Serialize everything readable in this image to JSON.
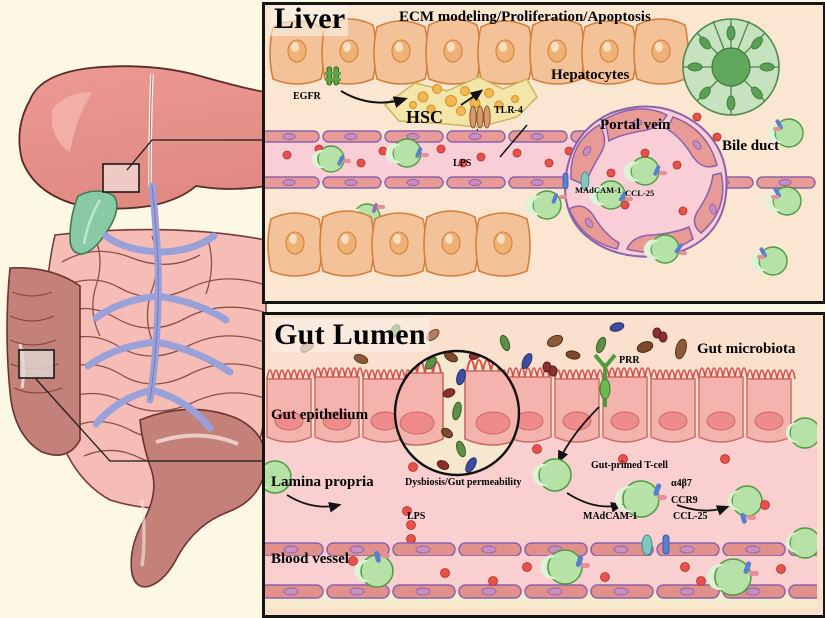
{
  "figure": {
    "title": "Gut-liver axis schematic",
    "background_color": "#fdf8e4"
  },
  "anatomy": {
    "name": "Human abdominal anatomy illustration",
    "organs": [
      "liver",
      "gallbladder",
      "portal vein",
      "small intestine",
      "colon",
      "sigmoid colon"
    ],
    "callouts": [
      {
        "name": "liver-callout-box",
        "target": "Liver panel"
      },
      {
        "name": "gut-callout-box",
        "target": "Gut Lumen panel"
      }
    ],
    "colors": {
      "liver": "#e8938c",
      "gallbladder": "#86c9a4",
      "vein": "#9aa0d8",
      "intestine": "#f6bdb7",
      "colon": "#c27f79"
    }
  },
  "liver_panel": {
    "title": "Liver",
    "process_title": "ECM modeling/Proliferation/Apoptosis",
    "labels": {
      "egfr": "EGFR",
      "hsc": "HSC",
      "tlr4": "TLR-4",
      "hepatocytes": "Hepatocytes",
      "portal_vein": "Portal vein",
      "bile_duct": "Bile duct",
      "lps": "LPS",
      "madcam1": "MAdCAM-1",
      "ccl25": "CCL-25"
    },
    "colors": {
      "background": "#fbe6d2",
      "hepatocyte": "#f2c095",
      "hsc": "#f2e3a8",
      "lipid_droplet": "#f0b24f",
      "sinusoid": "#f9ced6",
      "endothelium": "#e89a96",
      "tcell": "#b6e2a8",
      "bile_duct": "#bfe0bb",
      "lps_dot": "#e8504a",
      "egfr": "#4f9b3f",
      "tlr4": "#c4794f",
      "madcam1": "#7fc9bf",
      "ccl25": "#5a7fd0"
    }
  },
  "gut_panel": {
    "title": "Gut Lumen",
    "labels": {
      "gut_microbiota": "Gut microbiota",
      "prr": "PRR",
      "gut_epithelium": "Gut epithelium",
      "lamina_propria": "Lamina propria",
      "dysbiosis": "Dysbiosis/Gut permeability",
      "gut_primed_tcell": "Gut-primed T-cell",
      "a4b7": "α4β7",
      "ccr9": "CCR9",
      "lps": "LPS",
      "madcam1": "MAdCAM-1",
      "ccl25": "CCL-25",
      "blood_vessel": "Blood vessel"
    },
    "colors": {
      "lumen": "#fbe0cd",
      "epithelium": "#f5b3ae",
      "lamina": "#f9cfcf",
      "vessel_lumen": "#f9cfcf",
      "endothelium": "#e2908c",
      "tcell": "#b6e2a8",
      "prr": "#4f9b3f",
      "bacteria": [
        "#7e4a2e",
        "#5f8f45",
        "#3c4f9e",
        "#8d3030",
        "#b06a3a"
      ]
    }
  }
}
